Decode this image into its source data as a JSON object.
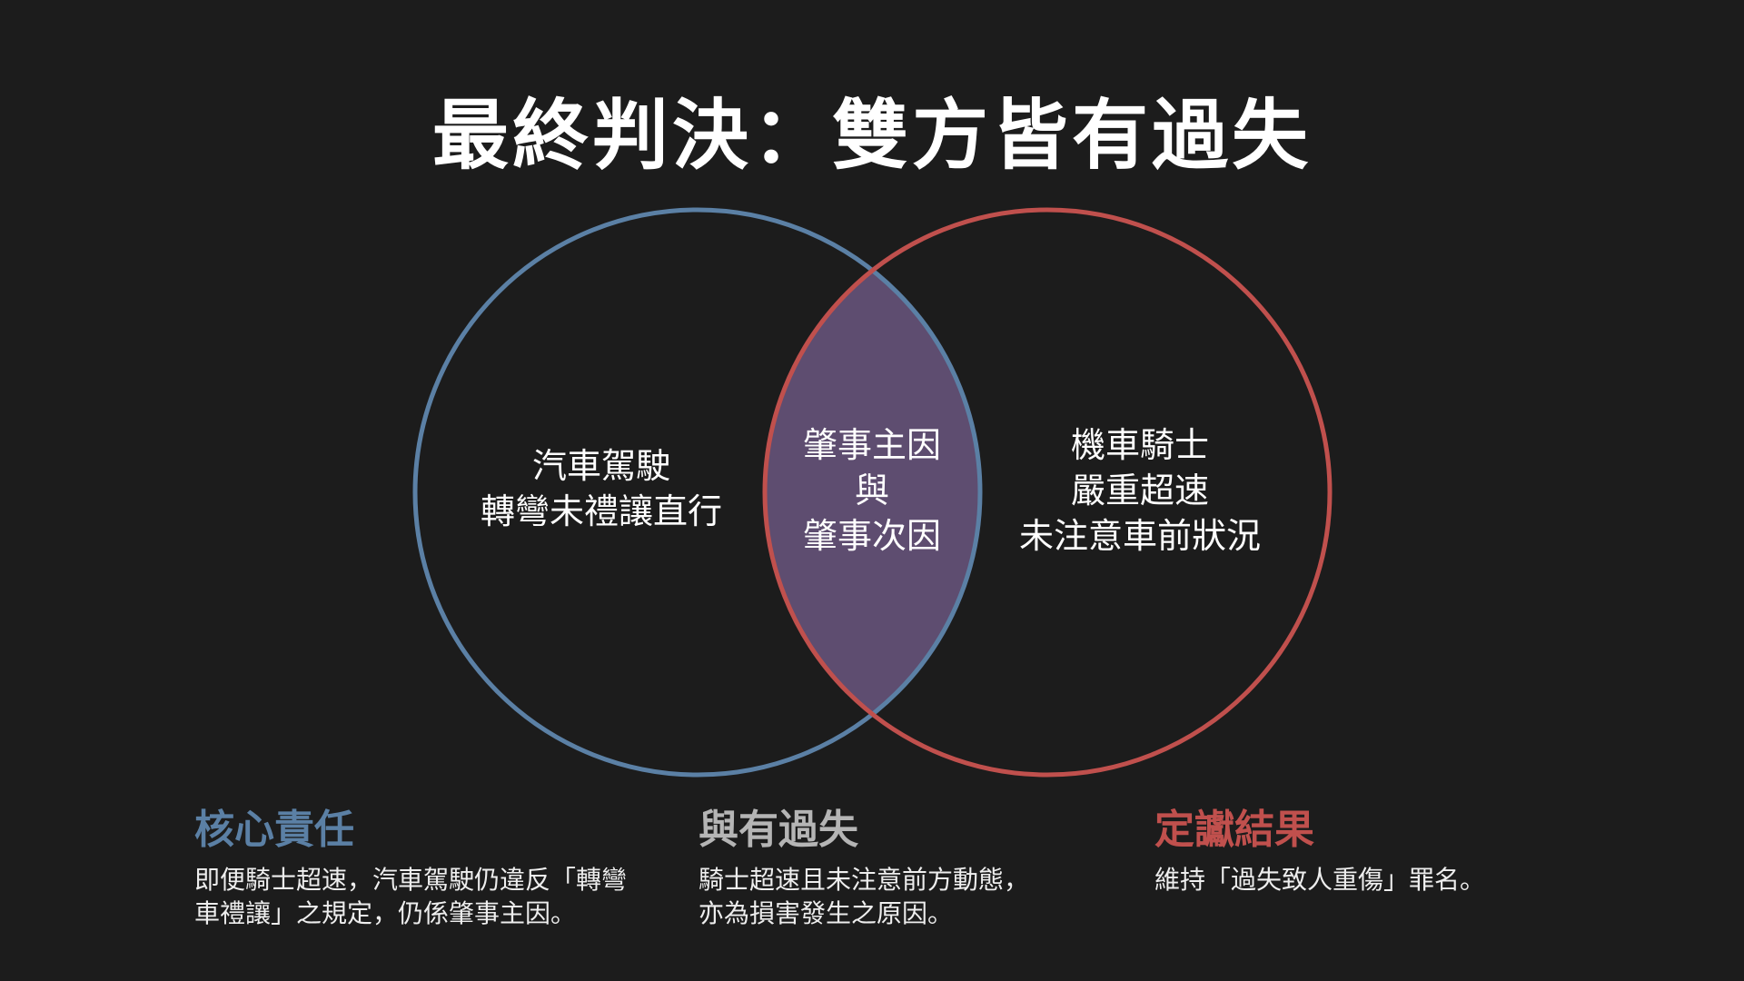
{
  "title": "最終判決：雙方皆有過失",
  "colors": {
    "background": "#1c1c1c",
    "blue": "#5b80a5",
    "red": "#c0504d",
    "overlap": "#5e4d70",
    "neutral": "#b5b5b5"
  },
  "venn": {
    "left": {
      "lines": [
        "汽車駕駛",
        "轉彎未禮讓直行"
      ]
    },
    "center": {
      "lines": [
        "肇事主因",
        "與",
        "肇事次因"
      ]
    },
    "right": {
      "lines": [
        "機車騎士",
        "嚴重超速",
        "未注意車前狀況"
      ]
    }
  },
  "columns": [
    {
      "heading": "核心責任",
      "lines": [
        "即便騎士超速，汽車駕駛仍違反「轉彎",
        "車禮讓」之規定，仍係肇事主因。"
      ]
    },
    {
      "heading": "與有過失",
      "lines": [
        "騎士超速且未注意前方動態，",
        "亦為損害發生之原因。"
      ]
    },
    {
      "heading": "定讞結果",
      "lines": [
        "維持「過失致人重傷」罪名。"
      ]
    }
  ]
}
